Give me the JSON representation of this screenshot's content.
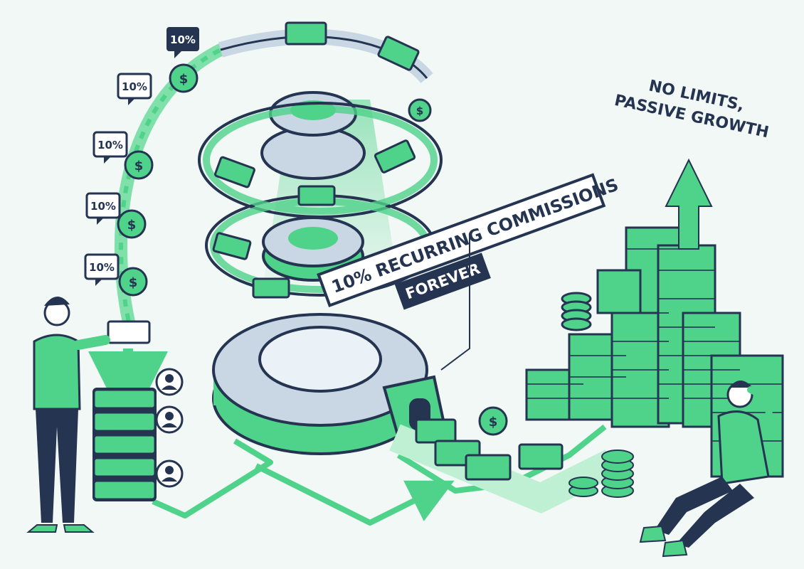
{
  "colors": {
    "background": "#f1f8f5",
    "green": "#4fd28a",
    "dark_green": "#1f8a55",
    "navy": "#243451",
    "light_green": "#bff0d4",
    "steel": "#c9d6e4"
  },
  "tags": [
    {
      "text": "10%"
    },
    {
      "text": "10%"
    },
    {
      "text": "10%"
    },
    {
      "text": "10%"
    },
    {
      "text": "10%"
    }
  ],
  "banner": {
    "main": "10% RECURRING COMMISSIONS",
    "sub": "FOREVER"
  },
  "headline": {
    "line1": "NO LIMITS,",
    "line2": "PASSIVE GROWTH"
  },
  "coin_symbol": "$",
  "icons": [
    "coin-icon",
    "gear-icon",
    "user-icon",
    "cash-bundle-icon",
    "arrow-up-icon"
  ]
}
